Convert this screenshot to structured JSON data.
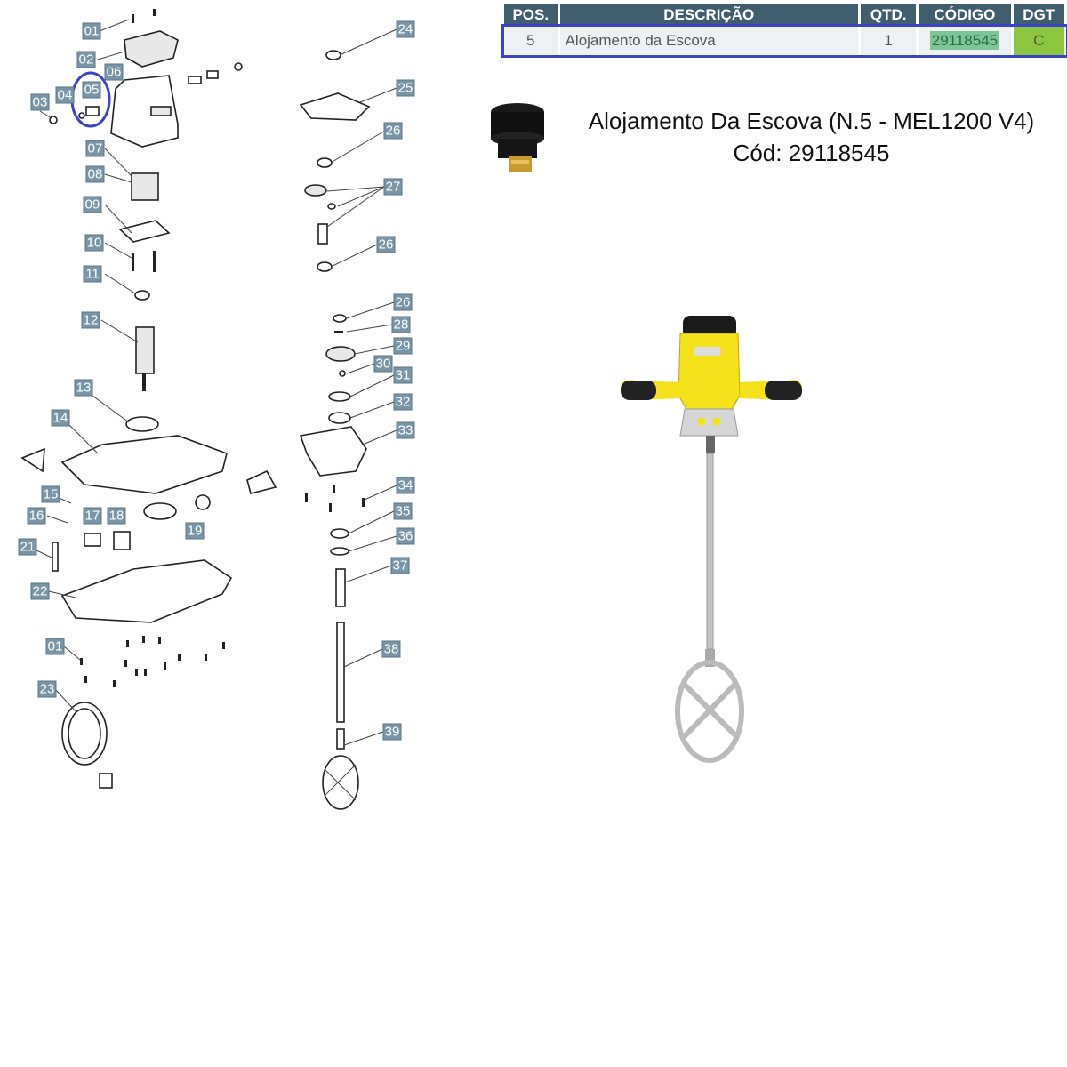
{
  "table": {
    "headers": [
      "POS.",
      "DESCRIÇÃO",
      "QTD.",
      "CÓDIGO",
      "DGT"
    ],
    "row": {
      "pos": "5",
      "desc": "Alojamento da Escova",
      "qtd": "1",
      "codigo": "29118545",
      "dgt": "C"
    }
  },
  "part_info": {
    "title": "Alojamento Da Escova (N.5 - MEL1200 V4)",
    "code_line": "Cód: 29118545"
  },
  "colors": {
    "label_bg": "#7896a8",
    "table_header": "#3f5e70",
    "highlight_ring": "#3b43c8",
    "code_bg": "#7dc796",
    "dgt_bg": "#8cc63f",
    "tool_yellow": "#f5e21a"
  },
  "diagram_labels": [
    "01",
    "02",
    "03",
    "04",
    "05",
    "06",
    "07",
    "08",
    "09",
    "10",
    "11",
    "12",
    "13",
    "14",
    "15",
    "16",
    "17",
    "18",
    "19",
    "21",
    "22",
    "01",
    "23",
    "24",
    "25",
    "26",
    "27",
    "26",
    "26",
    "28",
    "29",
    "30",
    "31",
    "32",
    "33",
    "34",
    "35",
    "36",
    "37",
    "38",
    "39"
  ]
}
